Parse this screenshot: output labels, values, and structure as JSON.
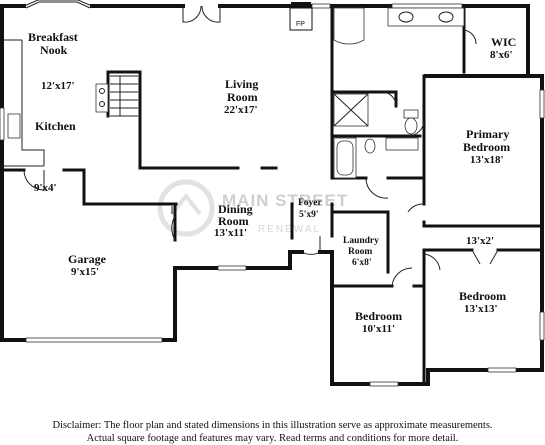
{
  "rooms": {
    "breakfast_nook": {
      "name_line1": "Breakfast",
      "name_line2": "Nook"
    },
    "nook_size": "12'x17'",
    "kitchen": {
      "name": "Kitchen"
    },
    "living_room": {
      "name_line1": "Living",
      "name_line2": "Room",
      "size": "22'x17'"
    },
    "wic": {
      "name": "WIC",
      "size": "8'x6'"
    },
    "primary_bedroom": {
      "name_line1": "Primary",
      "name_line2": "Bedroom",
      "size": "13'x18'"
    },
    "hall_area": {
      "size": "9'x4'"
    },
    "garage": {
      "name": "Garage",
      "size": "9'x15'"
    },
    "dining_room": {
      "name_line1": "Dining",
      "name_line2": "Room",
      "size": "13'x11'"
    },
    "foyer": {
      "name": "Foyer",
      "size": "5'x9'"
    },
    "laundry_room": {
      "name_line1": "Laundry",
      "name_line2": "Room",
      "size": "6'x8'"
    },
    "bedroom_2": {
      "name": "Bedroom",
      "size": "10'x11'"
    },
    "closet_area": {
      "size": "13'x2'"
    },
    "bedroom_3": {
      "name": "Bedroom",
      "size": "13'x13'"
    }
  },
  "fireplace": {
    "label": "FP"
  },
  "watermark": {
    "line1": "MAIN STREET",
    "line2": "RENEWAL"
  },
  "disclaimer": {
    "line1": "Disclaimer: The floor plan and stated dimensions in this illustration serve as approximate measurements.",
    "line2": "Actual square footage and features may vary. Read terms and conditions for more detail."
  }
}
